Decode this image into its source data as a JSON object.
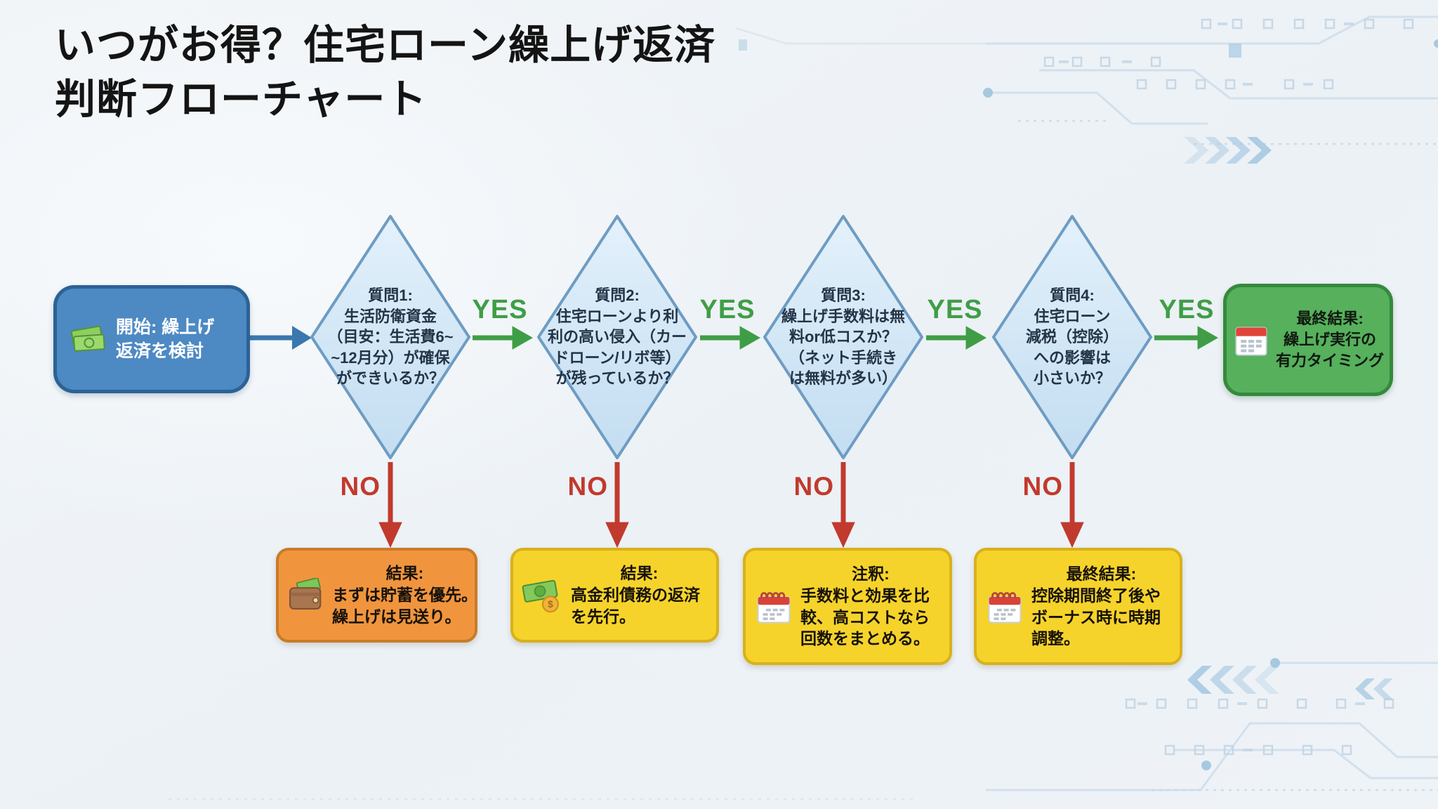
{
  "title": {
    "line1": "いつがお得？住宅ローン繰上げ返済",
    "line2": "判断フローチャート"
  },
  "labels": {
    "yes": "YES",
    "no": "NO"
  },
  "colors": {
    "background": "#eef2f6",
    "title_text": "#141414",
    "start_fill": "#4d89c3",
    "start_border": "#2c6295",
    "diamond_fill_top": "#e3f1fb",
    "diamond_fill_bottom": "#c3ddf1",
    "diamond_border": "#6e9cc3",
    "yes_green": "#3f9e45",
    "no_red": "#c13a2d",
    "start_arrow_blue": "#3a78ad",
    "result_orange_fill": "#f0953e",
    "result_orange_border": "#c97b28",
    "result_yellow_fill": "#f6d32b",
    "result_yellow_border": "#d8b11c",
    "end_green_fill": "#56b05c",
    "end_green_border": "#348a3c",
    "circuit_decor": "#c6d8e7"
  },
  "nodes": {
    "start": {
      "icon": "money-banknotes-icon",
      "text": "開始: 繰上げ\n返済を検討"
    },
    "questions": [
      {
        "title": "質問1:",
        "text": "生活防衛資金\n（目安：生活費6~\n~12月分）が確保\nができいるか？"
      },
      {
        "title": "質問2:",
        "text": "住宅ローンより利\n利の高い侵入（カー\nドローン/リボ等）\nが残っているか？"
      },
      {
        "title": "質問3:",
        "text": "繰上げ手数料は無\n料or低コスか？\n（ネット手続き\nは無料が多い）"
      },
      {
        "title": "質問4:",
        "text": "住宅ローン\n減税（控除）\nへの影響は\n小さいか？"
      }
    ],
    "end": {
      "icon": "calendar-icon",
      "title": "最終結果:",
      "text": "繰上げ実行の\n有力タイミング"
    },
    "results": [
      {
        "icon": "wallet-icon",
        "title": "結果:",
        "text": "まずは貯蓄を優先。\n繰上げは見送り。"
      },
      {
        "icon": "money-coin-icon",
        "title": "結果:",
        "text": "高金利債務の返済\nを先行。"
      },
      {
        "icon": "spiral-calendar-icon",
        "title": "注釈:",
        "text": "手数料と効果を比\n較、高コストなら\n回数をまとめる。"
      },
      {
        "icon": "spiral-calendar-icon",
        "title": "最終結果:",
        "text": "控除期間終了後や\nボーナス時に時期\n調整。"
      }
    ]
  }
}
